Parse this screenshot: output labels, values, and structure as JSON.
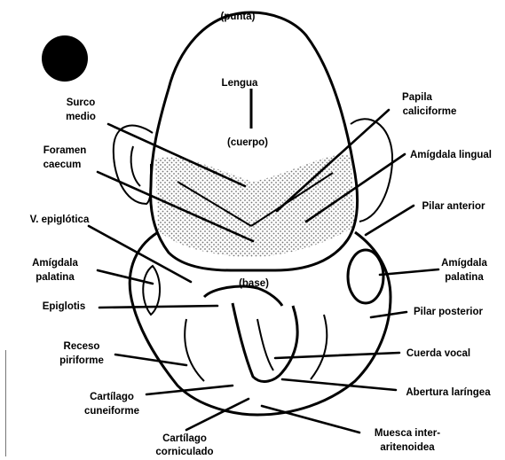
{
  "labels": {
    "punta": "(punta)",
    "lengua": "Lengua",
    "cuerpo": "(cuerpo)",
    "base": "(base)",
    "surco_1": "Surco",
    "surco_2": "medio",
    "foramen_1": "Foramen",
    "foramen_2": "caecum",
    "v_epiglotica": "V. epiglótica",
    "amigdala_pal_l_1": "Amígdala",
    "amigdala_pal_l_2": "palatina",
    "epiglotis": "Epiglotis",
    "receso_1": "Receso",
    "receso_2": "piriforme",
    "cart_cun_1": "Cartílago",
    "cart_cun_2": "cuneiforme",
    "cart_cor_1": "Cartílago",
    "cart_cor_2": "corniculado",
    "papila_1": "Papila",
    "papila_2": "caliciforme",
    "amigdala_lingual": "Amígdala lingual",
    "pilar_anterior": "Pilar anterior",
    "amigdala_pal_r_1": "Amígdala",
    "amigdala_pal_r_2": "palatina",
    "pilar_posterior": "Pilar posterior",
    "cuerda_vocal": "Cuerda vocal",
    "abertura_laringea": "Abertura laríngea",
    "muesca_1": "Muesca inter-",
    "muesca_2": "aritenoidea"
  }
}
